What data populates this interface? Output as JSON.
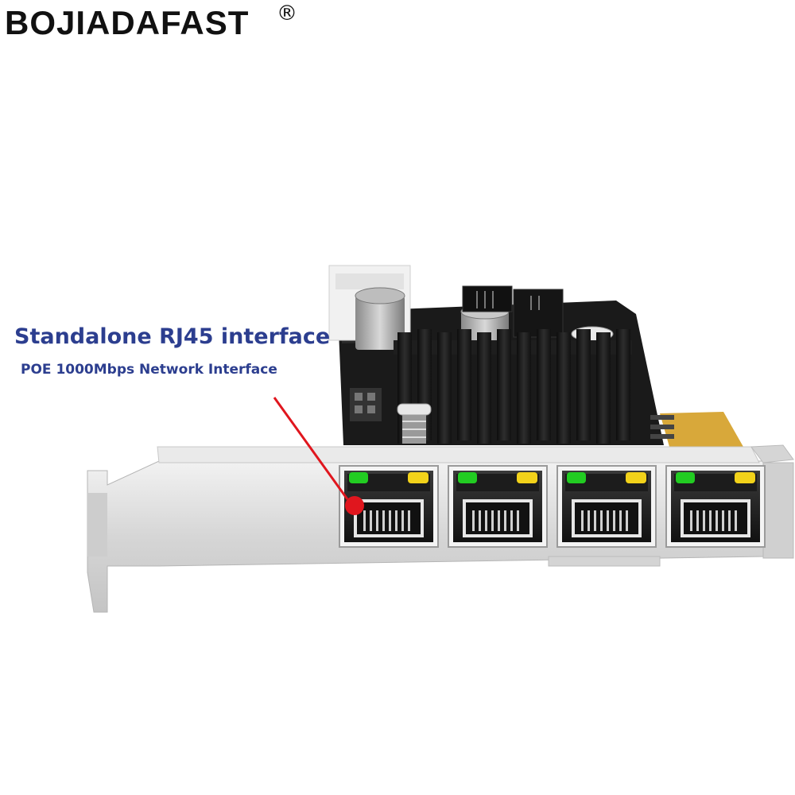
{
  "brand": {
    "name": "BOJIADAFAST",
    "mark": "®"
  },
  "callout": {
    "headline": "Standalone RJ45 interface",
    "subline": "POE 1000Mbps Network Interface"
  },
  "product": {
    "port_count": 4,
    "colors": {
      "link_led": "#22cc22",
      "activity_led": "#f2d21a",
      "pointer": "#e0161e",
      "callout_text": "#2c3e8f",
      "bracket": "#d9d9d9",
      "pcb": "#1a1a1a",
      "gold_finger": "#d8a83a"
    },
    "icons": [
      "rj45-port-icon",
      "led-indicator-icon",
      "heatsink-icon",
      "capacitor-icon",
      "pointer-arrow-icon"
    ]
  }
}
